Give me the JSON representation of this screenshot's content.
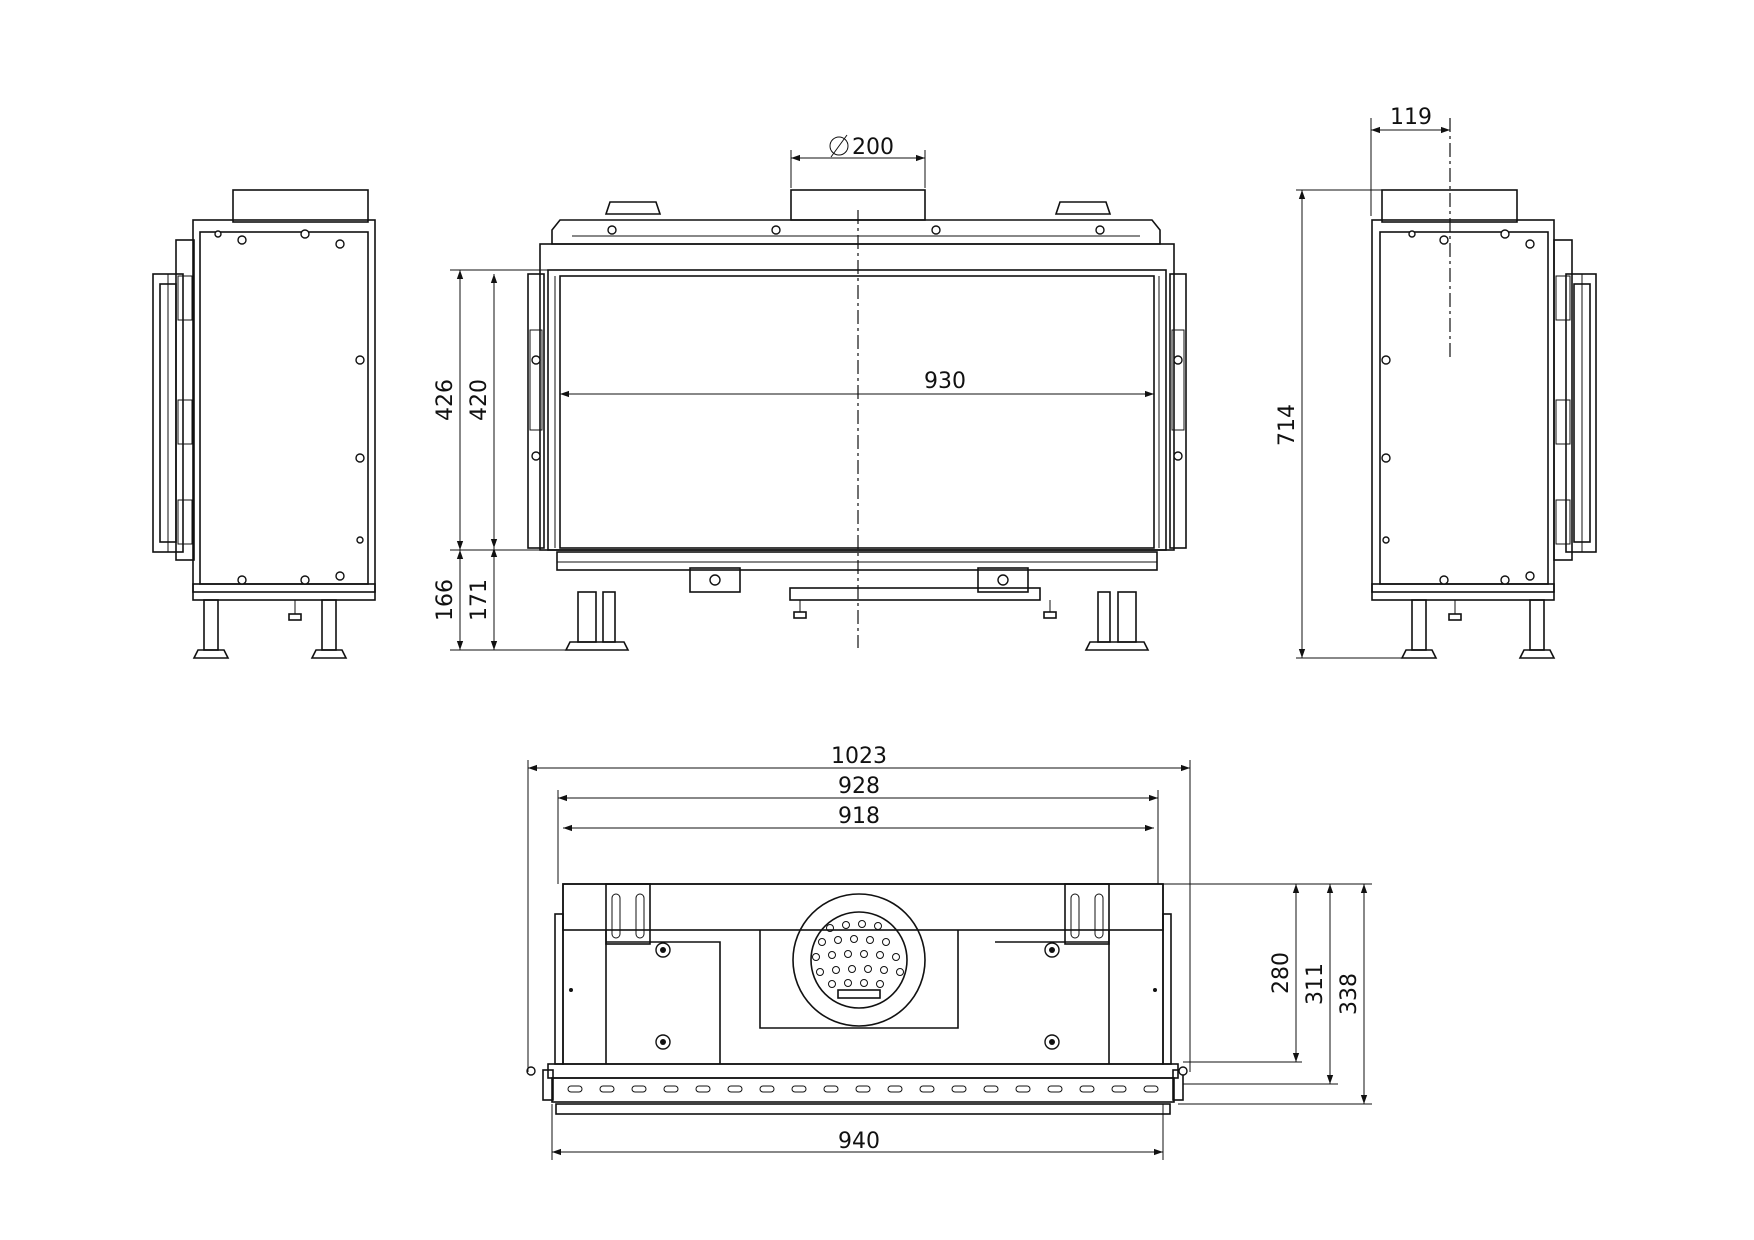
{
  "dimensions": {
    "flue_diameter": "200",
    "width_930": "930",
    "height_426": "426",
    "height_420": "420",
    "height_166": "166",
    "height_171": "171",
    "total_height": "714",
    "offset_119": "119",
    "width_1023": "1023",
    "width_928": "928",
    "width_918": "918",
    "width_940": "940",
    "depth_280": "280",
    "depth_311": "311",
    "depth_338": "338"
  },
  "symbols": {
    "diameter": "diameter-symbol"
  },
  "colors": {
    "line": "#111111",
    "background": "#ffffff"
  }
}
